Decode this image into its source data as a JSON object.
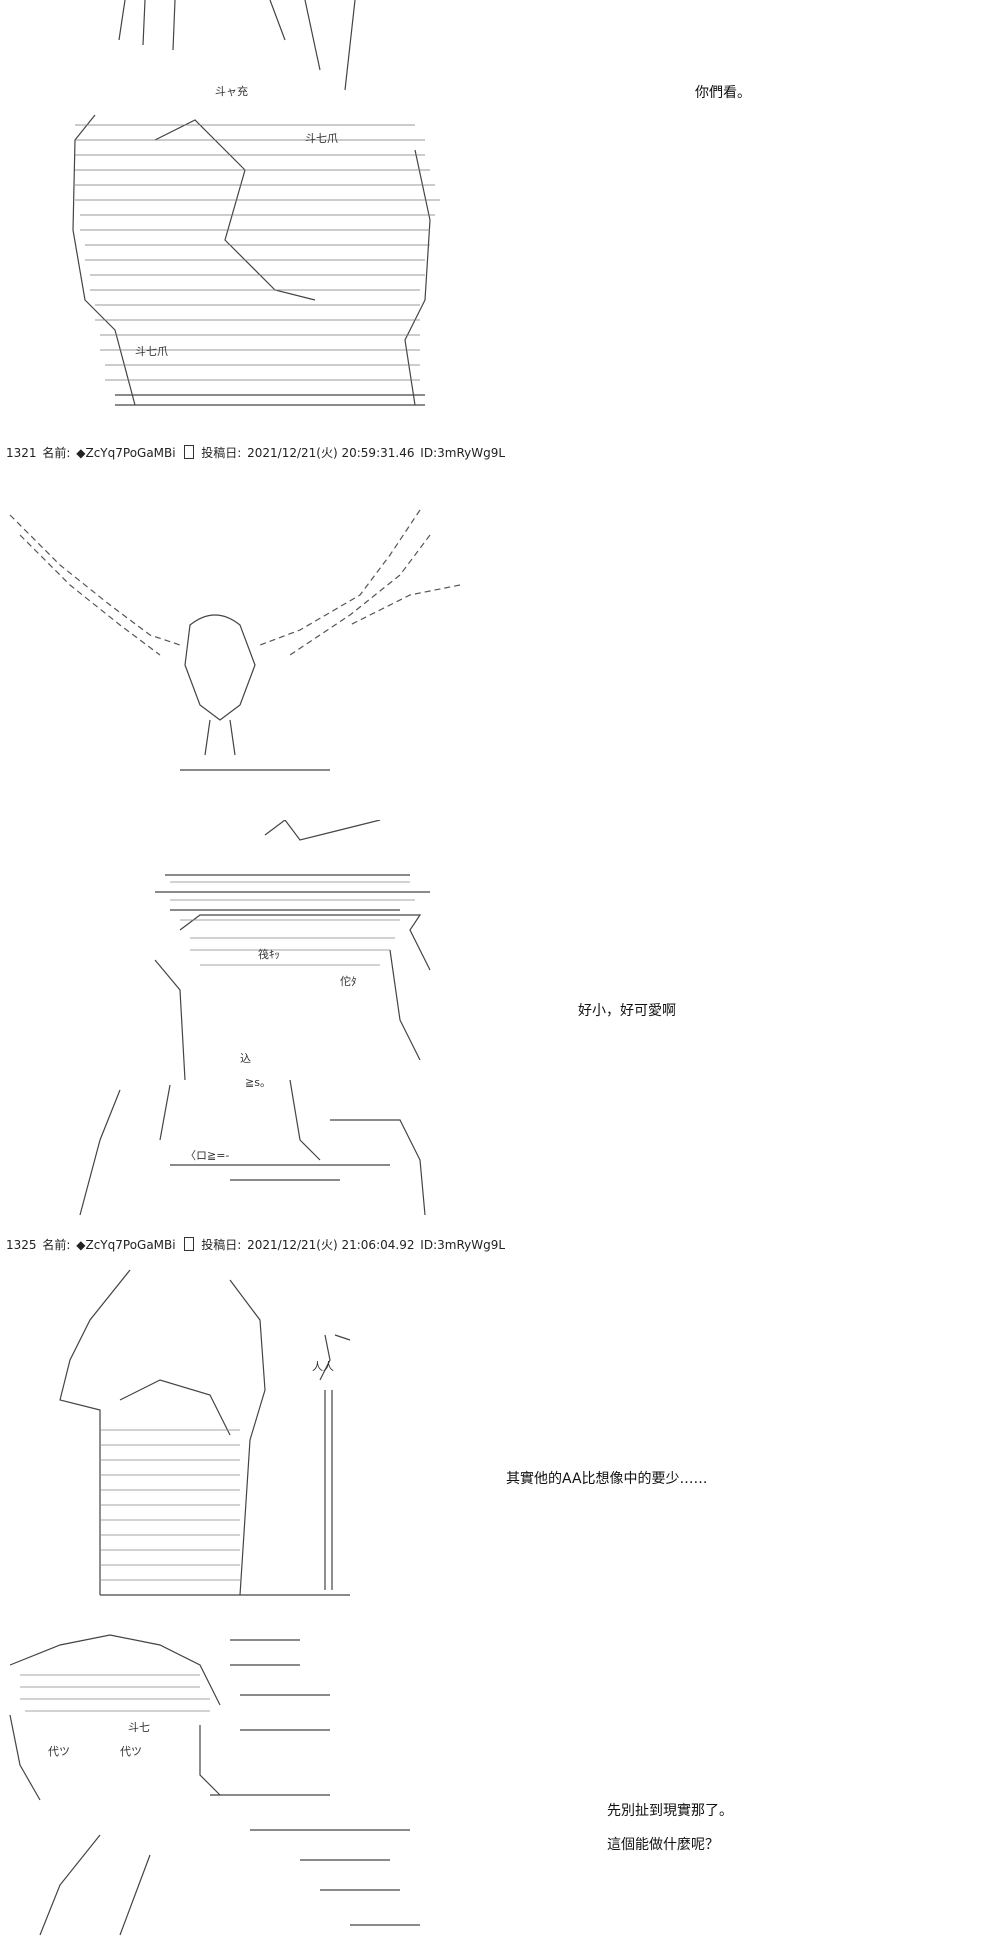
{
  "dialogues": [
    "你們看。",
    "好小，好可愛啊",
    "其實他的AA比想像中的要少……",
    "先別扯到現實那了。",
    "這個能做什麼呢？"
  ],
  "posts": [
    {
      "number": "1321",
      "name_label": "名前:",
      "trip": "◆ZcYq7PoGaMBi",
      "posted_label": "投稿日:",
      "date": "2021/12/21(火) 20:59:31.46",
      "id": "ID:3mRyWg9L"
    },
    {
      "number": "1325",
      "name_label": "名前:",
      "trip": "◆ZcYq7PoGaMBi",
      "posted_label": "投稿日:",
      "date": "2021/12/21(火) 21:06:04.92",
      "id": "ID:3mRyWg9L"
    }
  ],
  "art_text": {
    "panel1": [
      "斗ャ充",
      "斗七爪",
      "斗七爪"
    ],
    "panel3": [
      "筏ｷｯ",
      "佗ﾀ",
      "込",
      "≧s。",
      "〈ロ≧=-"
    ],
    "panel4": [
      "人人"
    ],
    "panel5": [
      "斗七",
      "代ツ",
      "代ツ"
    ]
  }
}
